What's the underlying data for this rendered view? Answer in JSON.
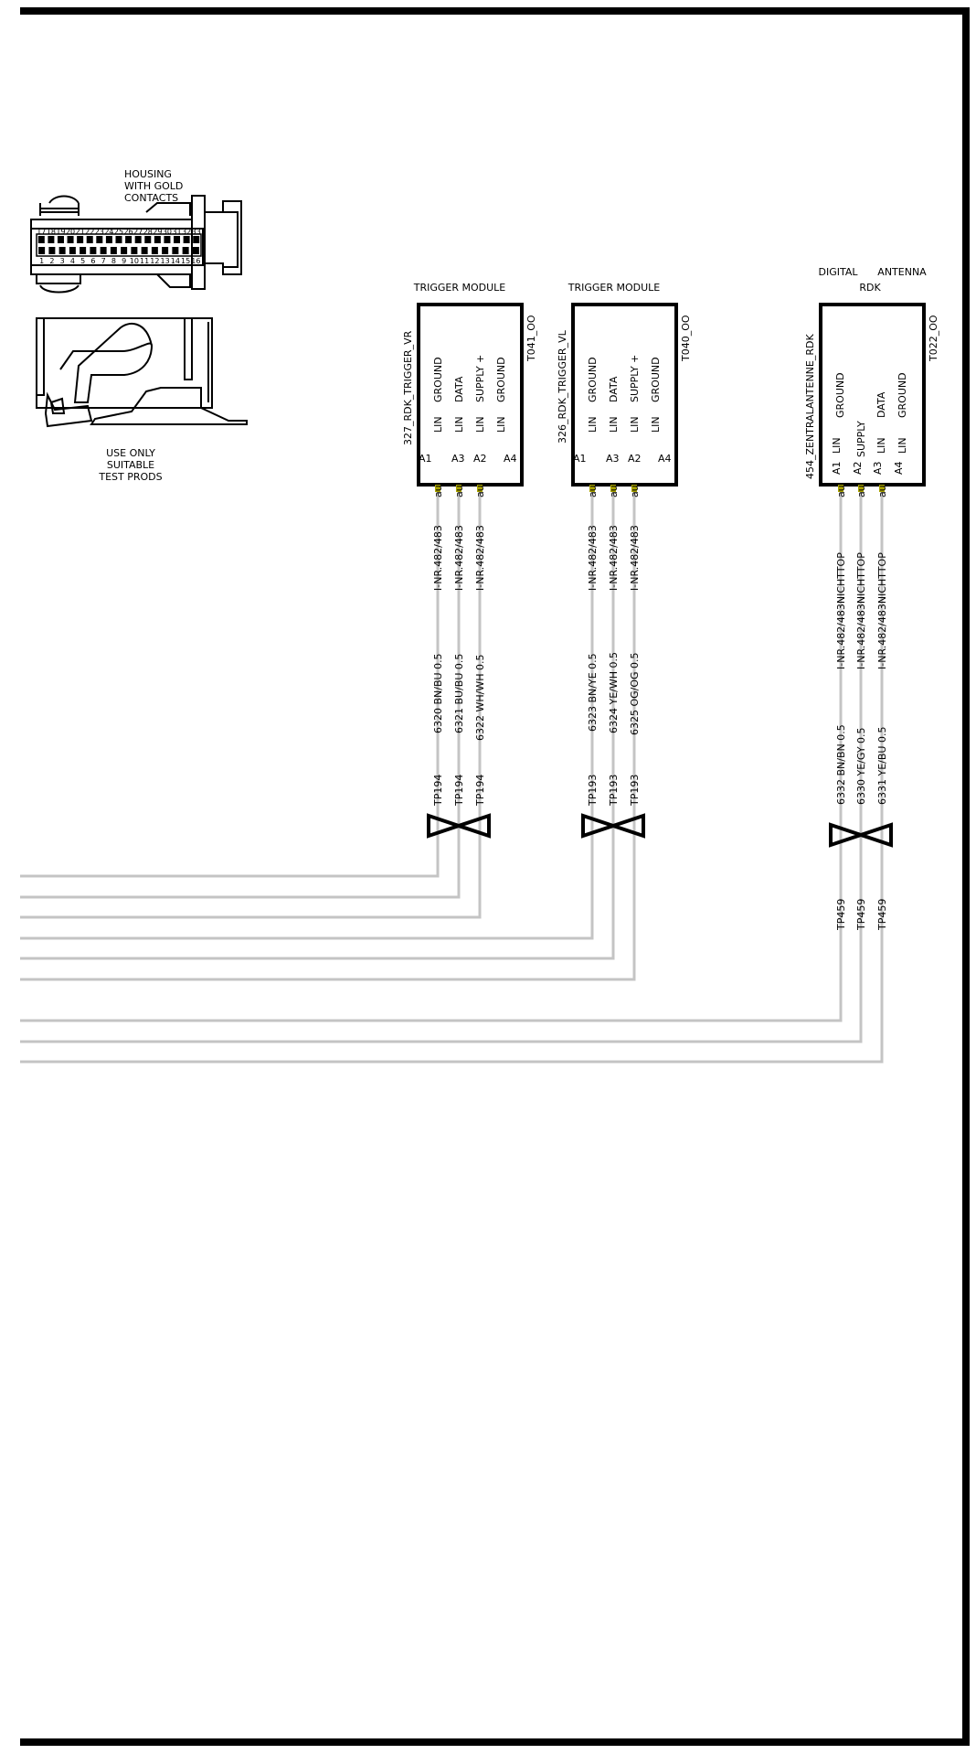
{
  "connector": {
    "housing_label": [
      "HOUSING",
      "WITH GOLD",
      "CONTACTS"
    ],
    "pins_top": [
      "17",
      "18",
      "19",
      "20",
      "21",
      "22",
      "23",
      "24",
      "25",
      "26",
      "27",
      "28",
      "29",
      "30",
      "31",
      "32",
      "33"
    ],
    "pins_bottom": [
      "1",
      "2",
      "3",
      "4",
      "5",
      "6",
      "7",
      "8",
      "9",
      "10",
      "11",
      "12",
      "13",
      "14",
      "15",
      "16"
    ],
    "probe_label": [
      "USE ONLY",
      "SUITABLE",
      "TEST PRODS"
    ]
  },
  "modules": [
    {
      "key": "vr",
      "title": "TRIGGER MODULE",
      "name": "327_RDK_TRIGGER_VR",
      "connector": "T041_OO",
      "signals": [
        {
          "pin": "A1",
          "type": "LIN",
          "func": "GROUND"
        },
        {
          "pin": "A3",
          "type": "LIN",
          "func": "DATA"
        },
        {
          "pin": "A2",
          "type": "LIN",
          "func": "SUPPLY +"
        },
        {
          "pin": "A4",
          "type": "LIN",
          "func": "GROUND"
        }
      ],
      "wires": [
        {
          "pin_mark": "au",
          "inr": "I-NR.482/483",
          "spec": "6320 BN/BU 0.5",
          "tp": "TP194"
        },
        {
          "pin_mark": "au",
          "inr": "I-NR.482/483",
          "spec": "6321 BU/BU 0.5",
          "tp": "TP194"
        },
        {
          "pin_mark": "au",
          "inr": "I-NR.482/483",
          "spec": "6322 WH/WH 0.5",
          "tp": "TP194"
        }
      ]
    },
    {
      "key": "vl",
      "title": "TRIGGER MODULE",
      "name": "326_RDK_TRIGGER_VL",
      "connector": "T040_OO",
      "signals": [
        {
          "pin": "A1",
          "type": "LIN",
          "func": "GROUND"
        },
        {
          "pin": "A3",
          "type": "LIN",
          "func": "DATA"
        },
        {
          "pin": "A2",
          "type": "LIN",
          "func": "SUPPLY +"
        },
        {
          "pin": "A4",
          "type": "LIN",
          "func": "GROUND"
        }
      ],
      "wires": [
        {
          "pin_mark": "au",
          "inr": "I-NR.482/483",
          "spec": "6323 BN/YE 0.5",
          "tp": "TP193"
        },
        {
          "pin_mark": "au",
          "inr": "I-NR.482/483",
          "spec": "6324 YE/WH 0.5",
          "tp": "TP193"
        },
        {
          "pin_mark": "au",
          "inr": "I-NR.482/483",
          "spec": "6325 OG/OG 0.5",
          "tp": "TP193"
        }
      ]
    },
    {
      "key": "rdk",
      "title_left": "DIGITAL",
      "title_right": "ANTENNA",
      "title": "RDK",
      "name": "454_ZENTRALANTENNE_RDK",
      "connector": "T022_OO",
      "signals": [
        {
          "pin": "A1",
          "type": "LIN",
          "func": "GROUND"
        },
        {
          "pin": "A2",
          "type": "SUPPLY",
          "func": ""
        },
        {
          "pin": "A3",
          "type": "LIN",
          "func": "DATA"
        },
        {
          "pin": "A4",
          "type": "LIN",
          "func": "GROUND"
        }
      ],
      "wires": [
        {
          "pin_mark": "au",
          "inr": "I-NR.482/483NICHTTOP",
          "spec": "6332 BN/BN 0.5",
          "tp": "TP459"
        },
        {
          "pin_mark": "au",
          "inr": "I-NR.482/483NICHTTOP",
          "spec": "6330 YE/GY 0.5",
          "tp": "TP459"
        },
        {
          "pin_mark": "au",
          "inr": "I-NR.482/483NICHTTOP",
          "spec": "6331 YE/BU 0.5",
          "tp": "TP459"
        }
      ]
    }
  ],
  "colors": {
    "wire": "#c4c4c4",
    "pin_pad": "#a8a200"
  }
}
